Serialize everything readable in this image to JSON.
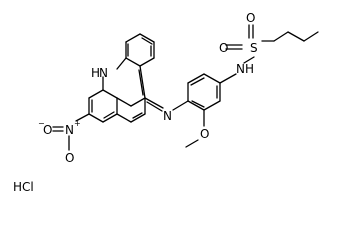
{
  "molecule": {
    "labels": {
      "nh_ring": "H",
      "n_ring": "N",
      "n_imine": "N",
      "n_sulfonamide": "N",
      "h_sulfonamide": "H",
      "s": "S",
      "o_s1": "O",
      "o_s2": "O",
      "o_methoxy": "O",
      "n_nitro": "N",
      "plus": "+",
      "o_nitro1": "O",
      "minus": "−",
      "o_nitro2": "O",
      "salt": "HCl"
    }
  }
}
